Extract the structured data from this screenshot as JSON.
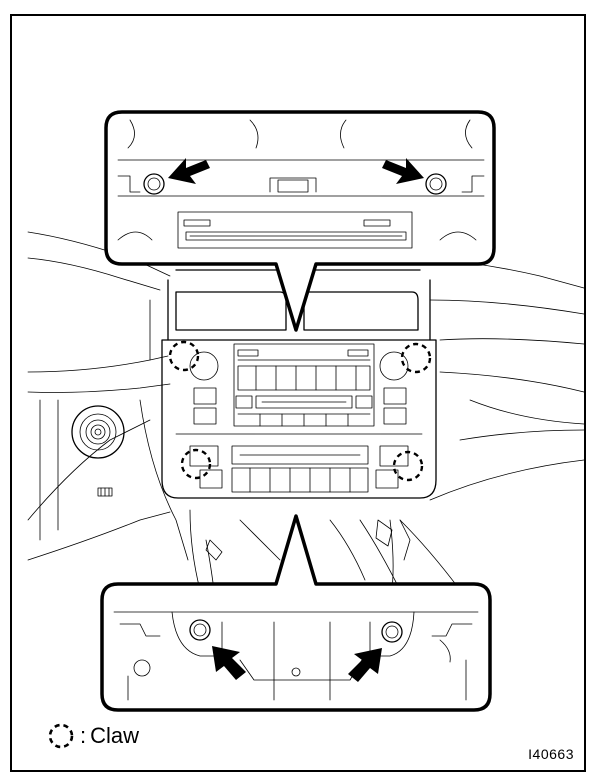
{
  "legend": {
    "symbol": "dashed-circle",
    "separator": ":",
    "label": "Claw"
  },
  "figure_code": "I40663",
  "callouts": {
    "top": {
      "arrows": 2,
      "target": "screw"
    },
    "bottom": {
      "arrows": 2,
      "target": "screw"
    }
  },
  "claw_markers": 4
}
